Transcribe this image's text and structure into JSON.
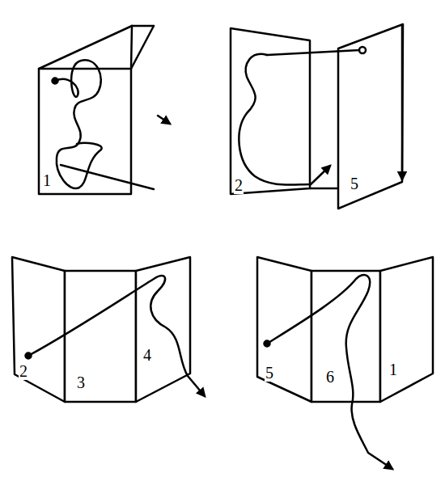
{
  "diagram": {
    "labels": [
      "1",
      "2",
      "5",
      "2",
      "3",
      "4",
      "5",
      "6",
      "1"
    ]
  }
}
